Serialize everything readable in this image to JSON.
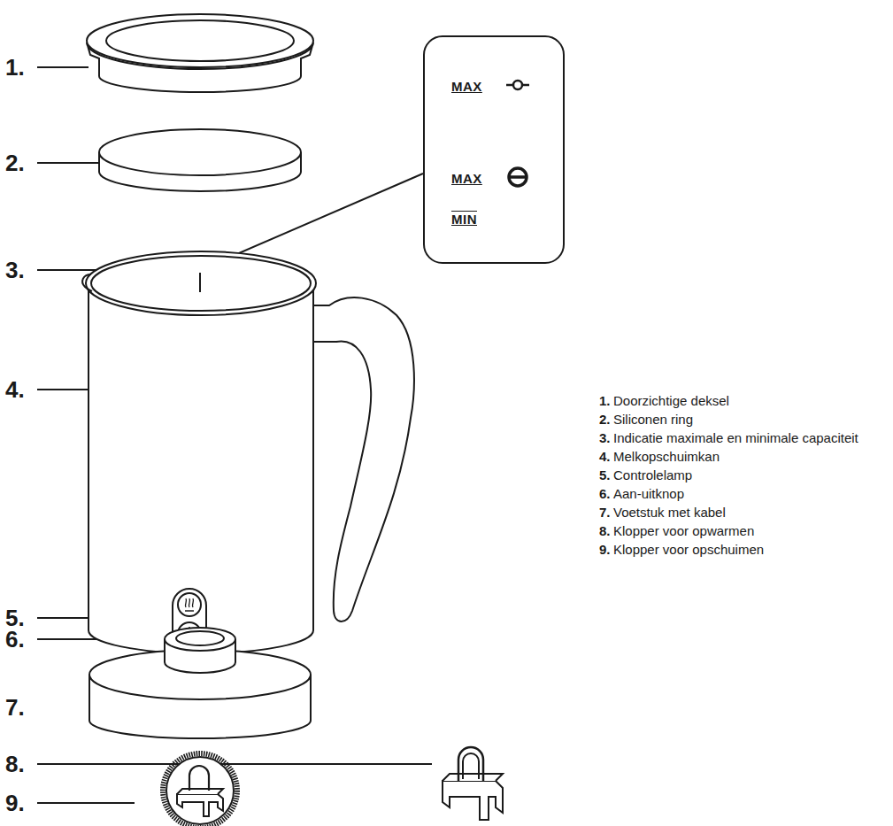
{
  "diagram": {
    "nodes": [
      {
        "text": [
          "MAX",
          "MAX",
          "MIN"
        ]
      }
    ],
    "labels": [
      "1.",
      "2.",
      "3.",
      "4.",
      "5.",
      "6.",
      "7.",
      "8.",
      "9.",
      "1.",
      "Doorzichtige deksel",
      "2.",
      "Siliconen ring",
      "3.",
      "Indicatie maximale en minimale capaciteit",
      "4.",
      "Melkopschuimkan",
      "5.",
      "Controlelamp",
      "6.",
      "Aan-uitknop",
      "7.",
      "Voetstuk met kabel",
      "8.",
      "Klopper voor opwarmen",
      "9.",
      "Klopper voor opschuimen"
    ]
  }
}
